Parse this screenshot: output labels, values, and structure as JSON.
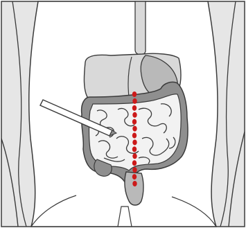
{
  "diagram": {
    "subject": "abdominal-anatomy-illustration",
    "elements": [
      "torso-outline",
      "esophagus",
      "stomach",
      "liver",
      "large-intestine",
      "small-intestine",
      "rectum",
      "instrument-probe",
      "midline-dotted-line"
    ],
    "colors": {
      "page_bg": "#ffffff",
      "frame_bg": "#e6e6e6",
      "body_fill": "#ffffff",
      "outline": "#3a3a3a",
      "organ_light": "#d9d9d9",
      "organ_mid": "#b9b9b9",
      "organ_dark": "#8f8f8f",
      "intestine_fill": "#f2f2f2",
      "marker": "#cc1a1a"
    },
    "marker_count": 14
  }
}
